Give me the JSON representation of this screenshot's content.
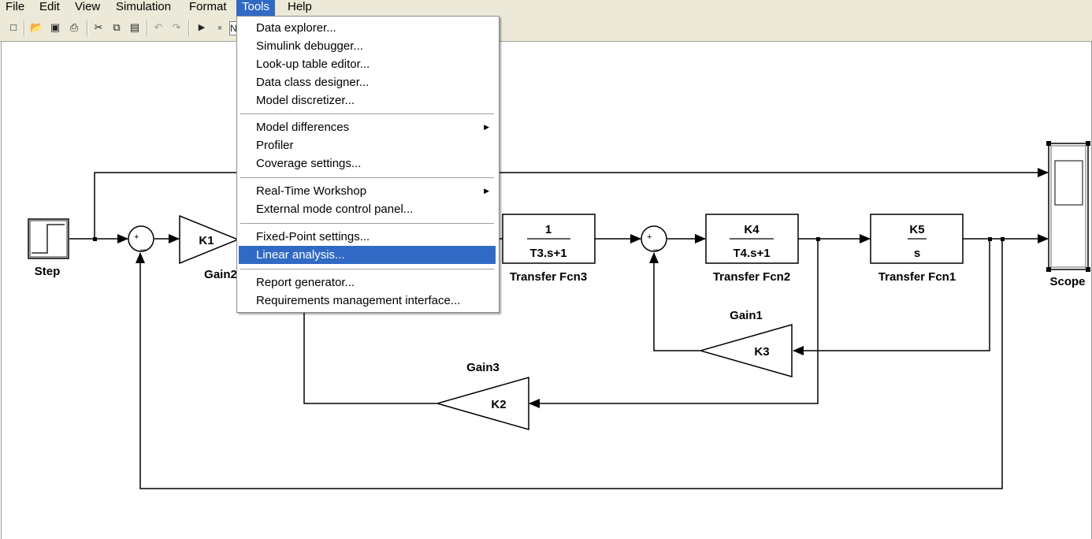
{
  "menubar": {
    "items": [
      {
        "label": "File"
      },
      {
        "label": "Edit"
      },
      {
        "label": "View"
      },
      {
        "label": "Simulation"
      },
      {
        "label": "Format"
      },
      {
        "label": "Tools"
      },
      {
        "label": "Help"
      }
    ]
  },
  "toolbar": {
    "zoom_partial": "N"
  },
  "tools_menu": {
    "groups": [
      {
        "items": [
          {
            "label": "Data explorer..."
          },
          {
            "label": "Simulink debugger..."
          },
          {
            "label": "Look-up table editor..."
          },
          {
            "label": "Data class designer..."
          },
          {
            "label": "Model discretizer..."
          }
        ]
      },
      {
        "items": [
          {
            "label": "Model differences",
            "submenu": true
          },
          {
            "label": "Profiler"
          },
          {
            "label": "Coverage settings..."
          }
        ]
      },
      {
        "items": [
          {
            "label": "Real-Time Workshop",
            "submenu": true
          },
          {
            "label": "External mode control panel..."
          }
        ]
      },
      {
        "items": [
          {
            "label": "Fixed-Point settings..."
          },
          {
            "label": "Linear analysis...",
            "highlighted": true
          }
        ]
      },
      {
        "items": [
          {
            "label": "Report generator..."
          },
          {
            "label": "Requirements management interface..."
          }
        ]
      }
    ]
  },
  "diagram": {
    "blocks": {
      "step": {
        "name": "Step"
      },
      "gain2": {
        "name": "Gain2",
        "value": "K1"
      },
      "sum1": {
        "signs": "+-"
      },
      "tf3": {
        "name": "Transfer Fcn3",
        "num": "1",
        "den": "T3.s+1"
      },
      "sum2": {
        "signs": "+-"
      },
      "tf2": {
        "name": "Transfer Fcn2",
        "num": "K4",
        "den": "T4.s+1"
      },
      "tf1": {
        "name": "Transfer Fcn1",
        "num": "K5",
        "den": "s"
      },
      "scope": {
        "name": "Scope"
      },
      "gain1": {
        "name": "Gain1",
        "value": "K3"
      },
      "gain3": {
        "name": "Gain3",
        "value": "K2"
      }
    }
  },
  "colors": {
    "menu_bg": "#ece9d8",
    "highlight": "#316ac5"
  }
}
